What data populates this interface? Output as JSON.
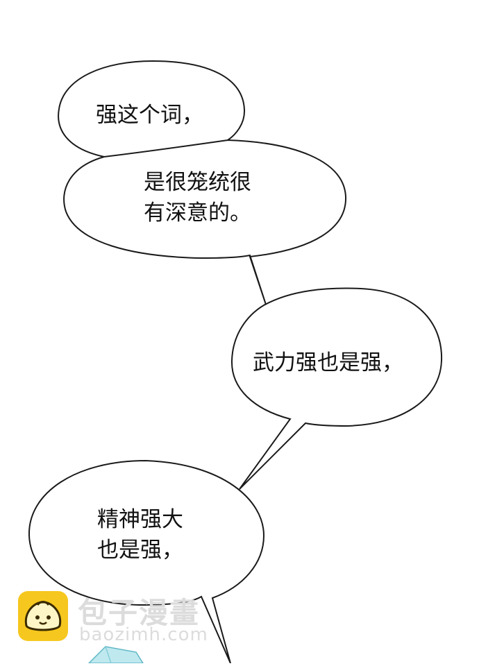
{
  "bubbles": [
    {
      "text": "强这个词，"
    },
    {
      "text": "是很笼统很\n有深意的。"
    },
    {
      "text": "武力强也是强，"
    },
    {
      "text": "精神强大\n也是强，"
    }
  ],
  "watermark": {
    "logo_icon": "bun-face-icon",
    "text": "包子漫畫",
    "url": "baozimh.com"
  },
  "colors": {
    "line": "#1a1a1a",
    "logo": "#f6c71e",
    "watermark_text": "#dcdcdc",
    "crystal": "#bfe9ef"
  }
}
